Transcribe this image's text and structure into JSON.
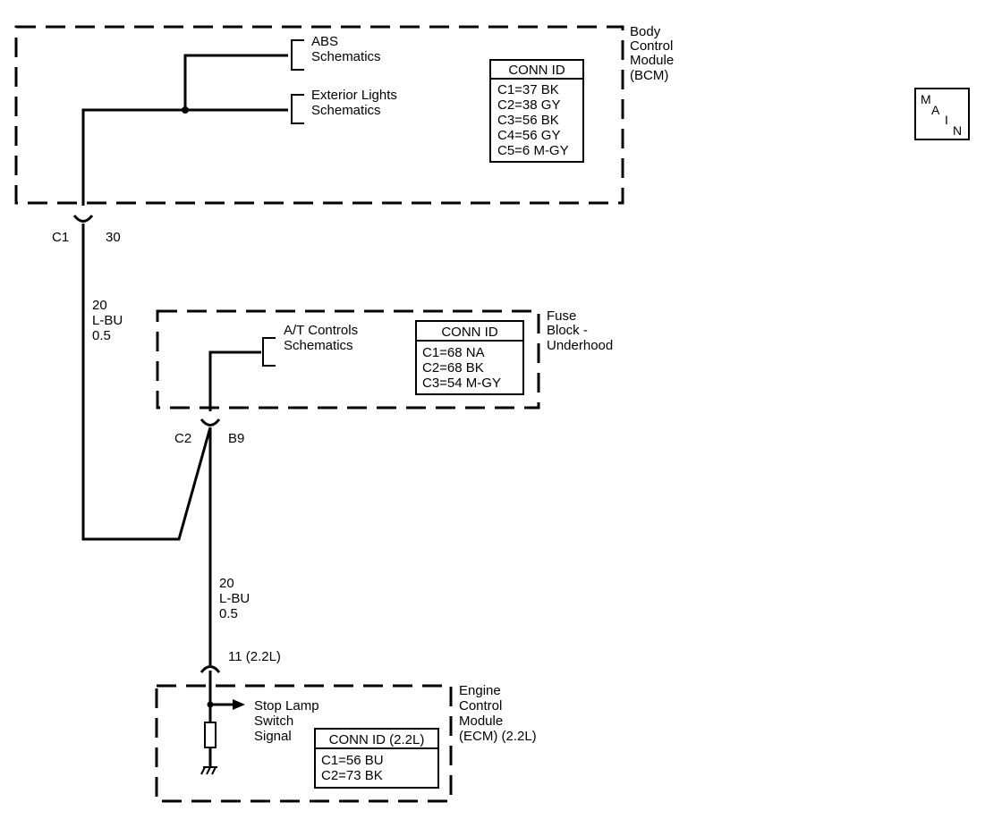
{
  "bcm": {
    "title_lines": [
      "Body",
      "Control",
      "Module",
      "(BCM)"
    ],
    "refs": [
      {
        "lines": [
          "ABS",
          "Schematics"
        ]
      },
      {
        "lines": [
          "Exterior Lights",
          "Schematics"
        ]
      }
    ],
    "conn": {
      "header": "CONN ID",
      "rows": [
        "C1=37 BK",
        "C2=38 GY",
        "C3=56 BK",
        "C4=56 GY",
        "C5=6 M-GY"
      ]
    },
    "connector": "C1",
    "pin": "30"
  },
  "wire1": {
    "lines": [
      "20",
      "L-BU",
      "0.5"
    ]
  },
  "fuse_block": {
    "title_lines": [
      "Fuse",
      "Block -",
      "Underhood"
    ],
    "ref": {
      "lines": [
        "A/T Controls",
        "Schematics"
      ]
    },
    "conn": {
      "header": "CONN ID",
      "rows": [
        "C1=68 NA",
        "C2=68 BK",
        "C3=54 M-GY"
      ]
    },
    "connector": "C2",
    "pin": "B9"
  },
  "wire2": {
    "lines": [
      "20",
      "L-BU",
      "0.5"
    ]
  },
  "ecm": {
    "pin": "11 (2.2L)",
    "title_lines": [
      "Engine",
      "Control",
      "Module",
      "(ECM) (2.2L)"
    ],
    "signal_lines": [
      "Stop Lamp",
      "Switch",
      "Signal"
    ],
    "conn": {
      "header": "CONN ID (2.2L)",
      "rows": [
        "C1=56 BU",
        "C2=73 BK"
      ]
    }
  },
  "main_badge": {
    "letters": [
      "M",
      "A",
      "I",
      "N"
    ]
  }
}
